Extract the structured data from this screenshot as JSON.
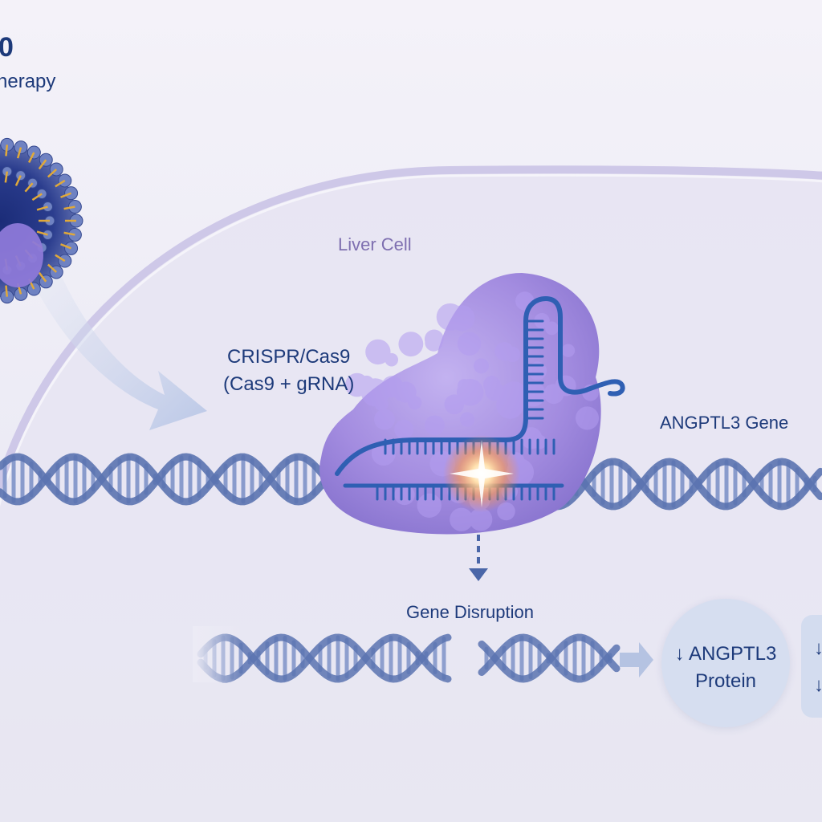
{
  "texts": {
    "title_fragment": "0",
    "subtitle_fragment": "herapy",
    "cell": "Liver Cell",
    "crispr_line1": "CRISPR/Cas9",
    "crispr_line2": "(Cas9 + gRNA)",
    "gene": "ANGPTL3 Gene",
    "disruption": "Gene Disruption",
    "protein_line1": "↓ ANGPTL3",
    "protein_line2": "Protein",
    "side_arrow_1": "↓",
    "side_arrow_2": "↓"
  },
  "colors": {
    "dark_blue": "#1d3a7a",
    "dna_blue": "#5b73b0",
    "cas9_purple": "#a58fe0",
    "cell_label": "#7e6fb0",
    "grna_blue": "#2f5fb3"
  },
  "icons": {
    "lnp": "lipid-nanoparticle-icon",
    "cas9": "cas9-protein-icon",
    "cut": "cut-spark-icon"
  }
}
